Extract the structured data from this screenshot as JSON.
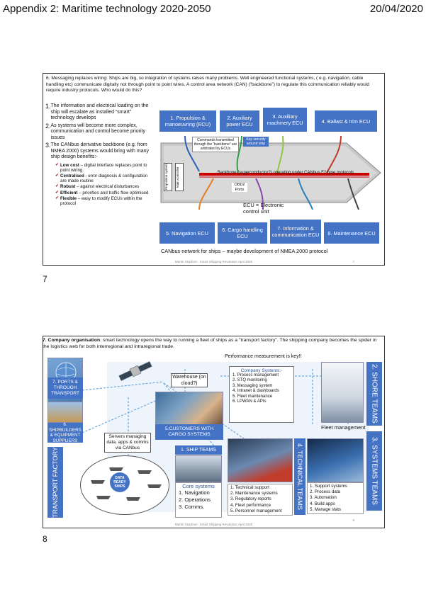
{
  "header": {
    "title": "Appendix 2: Maritime technology 2020-2050",
    "date": "20/04/2020"
  },
  "slide7": {
    "page_number": "7",
    "intro": "6. Messaging replaces wiring: Ships are big, so integration of systems raises many problems. Well engineered functional systems, ( e.g. navigation, cable handling etc) communicate digitally not through point to point wires. A control area network (CAN) (“backbone”) to regulate this communication reliably would require industry protocols. Who would do this?",
    "points": [
      {
        "num": "1.",
        "text": "The information and electrical loading on the ship will escalate as installed “smart” technology develops"
      },
      {
        "num": "2.",
        "text": "As systems will become more complex, communication and control become priority issues"
      },
      {
        "num": "3.",
        "text": "The CANbus derivative backbone (e.g. from NMEA 2000) systems would bring with many ship design benefits:-"
      }
    ],
    "benefits": [
      {
        "bold": "Low cost",
        "text": " – digital interface replaces point to point wiring."
      },
      {
        "bold": "Centralised",
        "text": " - error diagnosis & configuration are made routine"
      },
      {
        "bold": "Robust",
        "text": " – against electrical disturbances"
      },
      {
        "bold": "Efficient",
        "text": " – priorities and traffic flow optimised"
      },
      {
        "bold": "Flexible",
        "text": " – easy to modify ECUs within the protocol"
      }
    ],
    "top_ecus": [
      "1. Propulsion & manoeuvring (ECU)",
      "2. Auxiliary power ECU",
      "3. Auxiliary machinery ECU",
      "4. Ballast & trim ECU"
    ],
    "bottom_ecus": [
      "5. Navigation ECU",
      "6. Cargo handling ECU",
      "7. Information & communication ECU",
      "8. Maintenance ECU"
    ],
    "commands_note": "Commands transmitted through the “backbone” are arbitrated by ECUs",
    "security_note": "Key security around ship",
    "main_controller": "Main controller",
    "propulsion_system": "Propulsion system",
    "backbone_label": "Backbone (superconductor?) operating under CANbus F2 type protocols",
    "obd2": "OBD2 Ports",
    "ecu_def": "ECU = Electronic control unit",
    "caption": "CANbus network for ships – maybe development of NMEA 2000 protocol",
    "footer": "Martin Stopford - Smart Shipping Revolution April 2020",
    "footer_num": "7"
  },
  "slide8": {
    "page_number": "8",
    "title_bold": "7. Company organisation",
    "title_text": ": smart technology opens the way to running a fleet of ships as a \"transport factory\". The shipping company becomes the spider in the logistics web for both interregional and intraregional trade.",
    "perf_note": "Performance measurement is key!!",
    "warehouse": "Warehouse (on cloud?)",
    "company_title": "Company Systems:-",
    "company_items": [
      "1. Process management",
      "2. STQ monitoring",
      "3. Messaging system",
      "4. Intranet & dashboards",
      "5. Fleet maintenance",
      "6. LPWAN & APIs"
    ],
    "ports": "7. PORTS & THROUGH TRANSPORT",
    "shipbuilders": "6. SHIPBUILDERS & EQUIPMENT SUPPLIERS",
    "customers": "5.CUSTOMERS WITH CARGO SYSTEMS",
    "servers": "Servers managing data, apps & comms via CANbus",
    "ship_teams": "1. SHIP TEAMS",
    "data_ready": "DATA READY SHIPS",
    "transport_factory": "TRANSPORT FACTORY",
    "core_title": "Core systems",
    "core_items": [
      "1. Navigation",
      "2. Operations",
      "3. Comms."
    ],
    "technical_items": [
      "1. Technical support",
      "2. Maintenance systems",
      "3. Regulatory reports",
      "4. Fleet performance",
      "5. Personnel management"
    ],
    "technical_teams": "4. TECHNICAL TEAMS",
    "systems_items": [
      "1.  Support systems",
      "2.  Process data",
      "3.  Automation",
      "4.  Build apps",
      "5.  Manage stats"
    ],
    "systems_teams": "3. SYSTEMS  TEAMS",
    "shore_teams": "2. SHORE TEAMS",
    "fleet_mgmt": "Fleet management",
    "footer": "Martin Stopford - Smart Shipping Revolution April 2020",
    "footer_num": "8"
  }
}
